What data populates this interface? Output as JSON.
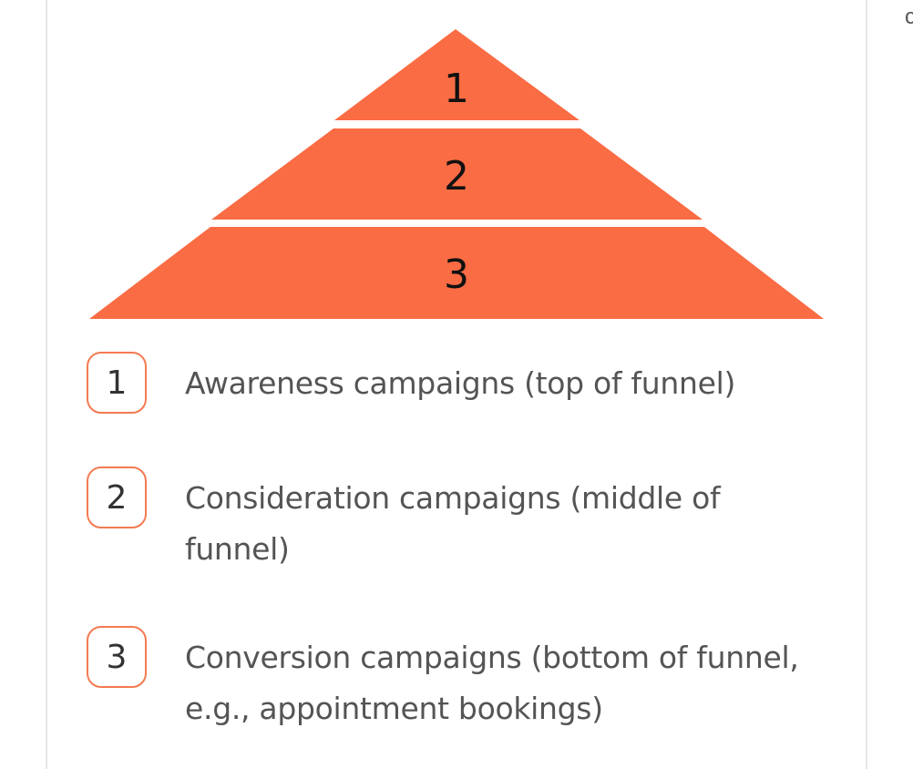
{
  "pyramid": {
    "fill_color": "#fa6c44",
    "levels": [
      {
        "number": "1"
      },
      {
        "number": "2"
      },
      {
        "number": "3"
      }
    ]
  },
  "legend": {
    "badge_border_color": "#f37a52",
    "items": [
      {
        "number": "1",
        "label": "Awareness campaigns (top of funnel)"
      },
      {
        "number": "2",
        "label": "Consideration campaigns (middle of funnel)"
      },
      {
        "number": "3",
        "label": "Conversion campaigns (bottom of funnel, e.g., appointment bookings)"
      }
    ]
  },
  "edge_glyph": "c"
}
